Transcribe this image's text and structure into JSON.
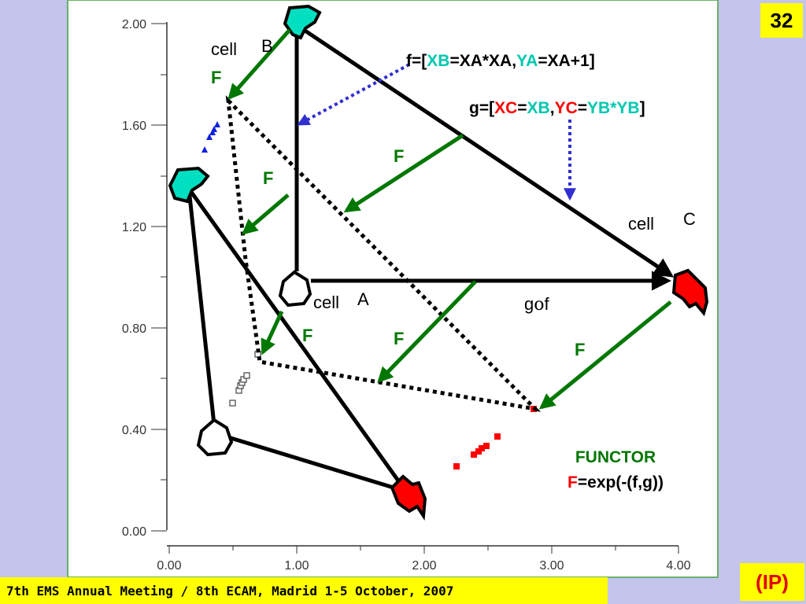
{
  "page_number": "32",
  "badge_ip": "(IP)",
  "footer": "7th EMS Annual Meeting / 8th ECAM, Madrid 1-5 October, 2007",
  "axes": {
    "x_ticks": [
      "0.00",
      "1.00",
      "2.00",
      "3.00",
      "4.00"
    ],
    "y_ticks": [
      "0.00",
      "0.40",
      "0.80",
      "1.20",
      "1.60",
      "2.00"
    ]
  },
  "labels": {
    "cell_word": "cell",
    "cell_b_letter": "B",
    "cell_a_letter": "A",
    "cell_c_letter": "C",
    "gof_g": "g",
    "gof_o": "o",
    "gof_f": "f",
    "F": "F"
  },
  "formula_f": {
    "prefix": "f=[",
    "xb": "XB",
    "mid1": "=XA*XA,",
    "ya": "YA",
    "suffix": "=XA+1]"
  },
  "formula_g": {
    "prefix": "g=[",
    "xc": "XC",
    "eq1": "=",
    "xb": "XB",
    "comma": ",",
    "yc": "YC",
    "eq2": "=",
    "ybyb": "YB*YB",
    "suffix": "]"
  },
  "functor": {
    "title": "FUNCTOR",
    "F": "F",
    "expr": "=exp(-(f,g))"
  },
  "colors": {
    "background": "#c4c4ec",
    "badge": "#ffff00",
    "arrow_green": "#007700",
    "cell_b_fill": "#00e0c0",
    "cell_c_fill": "#ff0000",
    "pointer_blue": "#3030d0"
  }
}
